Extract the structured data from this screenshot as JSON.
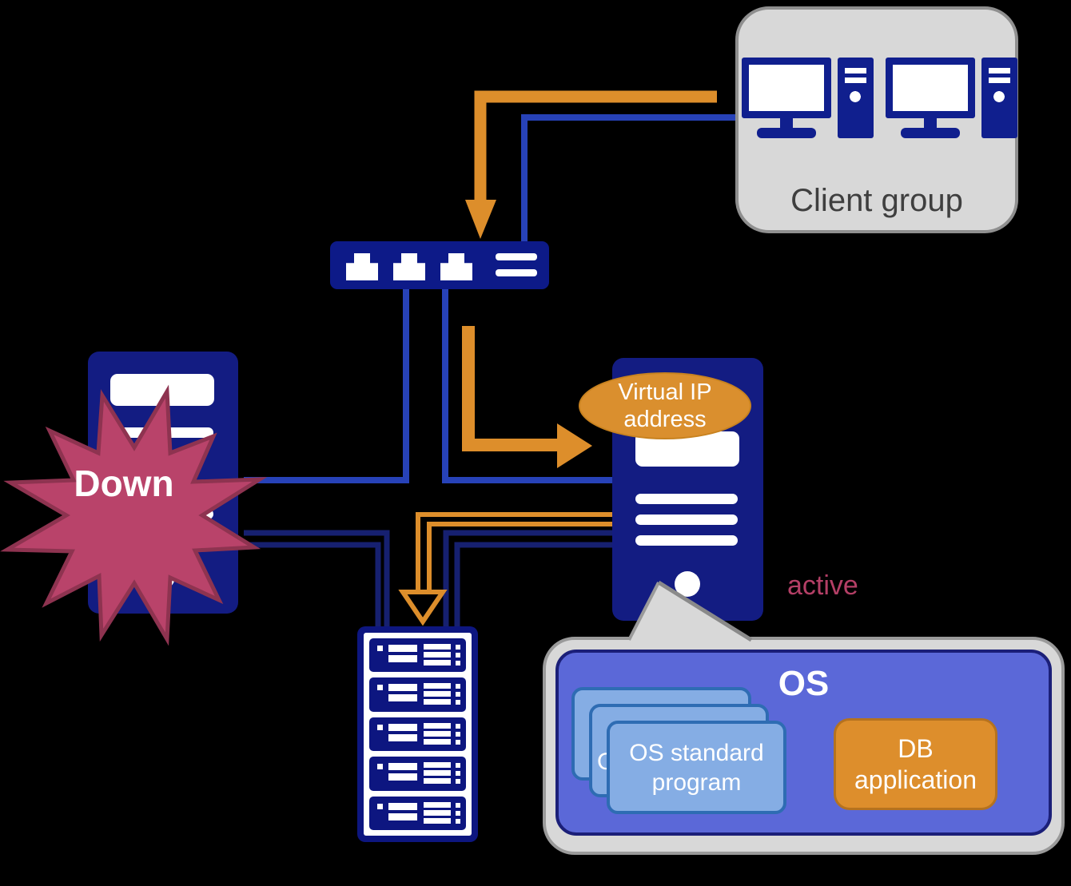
{
  "client_group": {
    "label": "Client group"
  },
  "down_badge": {
    "label": "Down"
  },
  "virtual_ip_badge": {
    "label": "Virtual IP address"
  },
  "active_label": "active",
  "os_callout": {
    "title": "OS",
    "standard_program_label": "OS standard program",
    "db_application_label": "DB application"
  },
  "icons": {
    "client_computer_icon": "desktop monitor + tower, navy CSS shapes (x2)",
    "network_switch_icon": "navy bar with 3 white RJ45 ports and 2 status bars",
    "server_tower_icon": "navy tower with white panel, slots and power dot (x2)",
    "storage_rack_icon": "navy rack with 5 white-detailed units",
    "down_burst_icon": "crimson 12-point starburst",
    "callout_pointer_icon": "gray triangle pointer from OS bubble to active server"
  },
  "colors": {
    "background": "#000000",
    "navy_icon": "#131c82",
    "client_icon_navy": "#101f8e",
    "blue_connector": "#2742b8",
    "dark_navy_connector": "#162070",
    "orange_accent": "#dd8e2b",
    "crimson_status": "#b9436a",
    "active_text": "#b43f66",
    "gray_panel": "#d8d8d8",
    "os_panel_blue": "#5b68d8",
    "program_card_blue": "#85ade4",
    "db_orange": "#dd8e2c"
  }
}
